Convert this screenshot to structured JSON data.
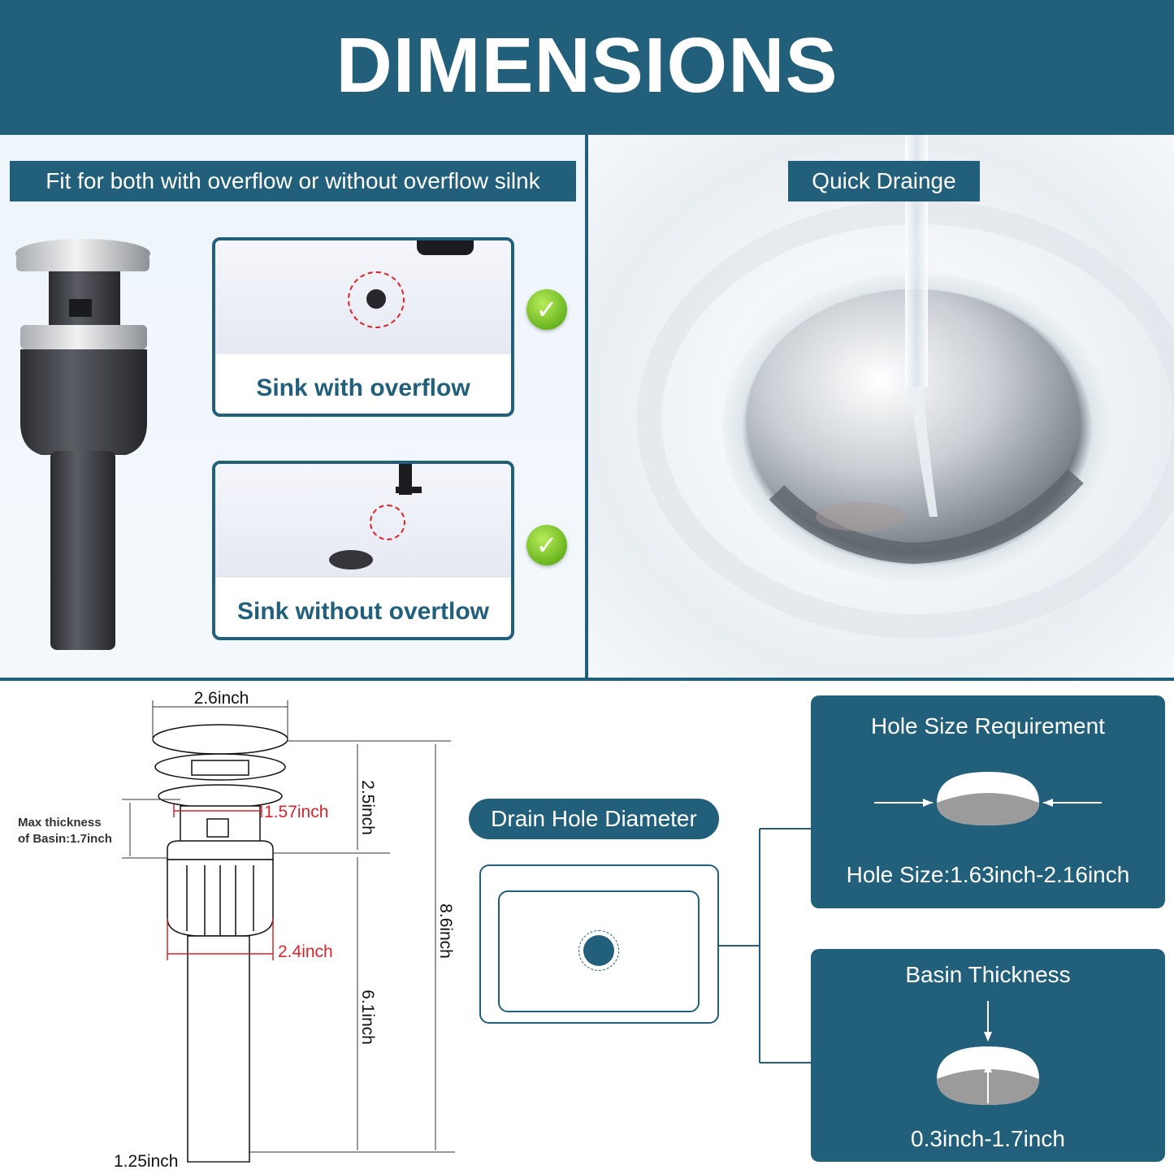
{
  "header": {
    "title": "DIMENSIONS"
  },
  "compat": {
    "title": "Fit for both with overflow or without overflow silnk",
    "cards": [
      {
        "label": "Sink with overflow"
      },
      {
        "label": "Sink without overtlow"
      }
    ]
  },
  "drainage": {
    "title": "Quick Drainge"
  },
  "dimensions": {
    "cap_width": "2.6inch",
    "upper_height": "2.5inch",
    "total_height": "8.6inch",
    "lower_height": "6.1inch",
    "thread_width": "1.57inch",
    "body_width": "2.4inch",
    "pipe_width": "1.25inch",
    "max_thickness_line1": "Max thickness",
    "max_thickness_line2": "of Basin:1.7inch"
  },
  "drain_hole": {
    "label": "Drain Hole Diameter"
  },
  "hole_size": {
    "title": "Hole Size Requirement",
    "value": "Hole Size:1.63inch-2.16inch"
  },
  "basin": {
    "title": "Basin Thickness",
    "value": "0.3inch-1.7inch"
  },
  "colors": {
    "brand": "#215f7a",
    "accent_red": "#d9242c",
    "check_green": "#6ab520"
  }
}
